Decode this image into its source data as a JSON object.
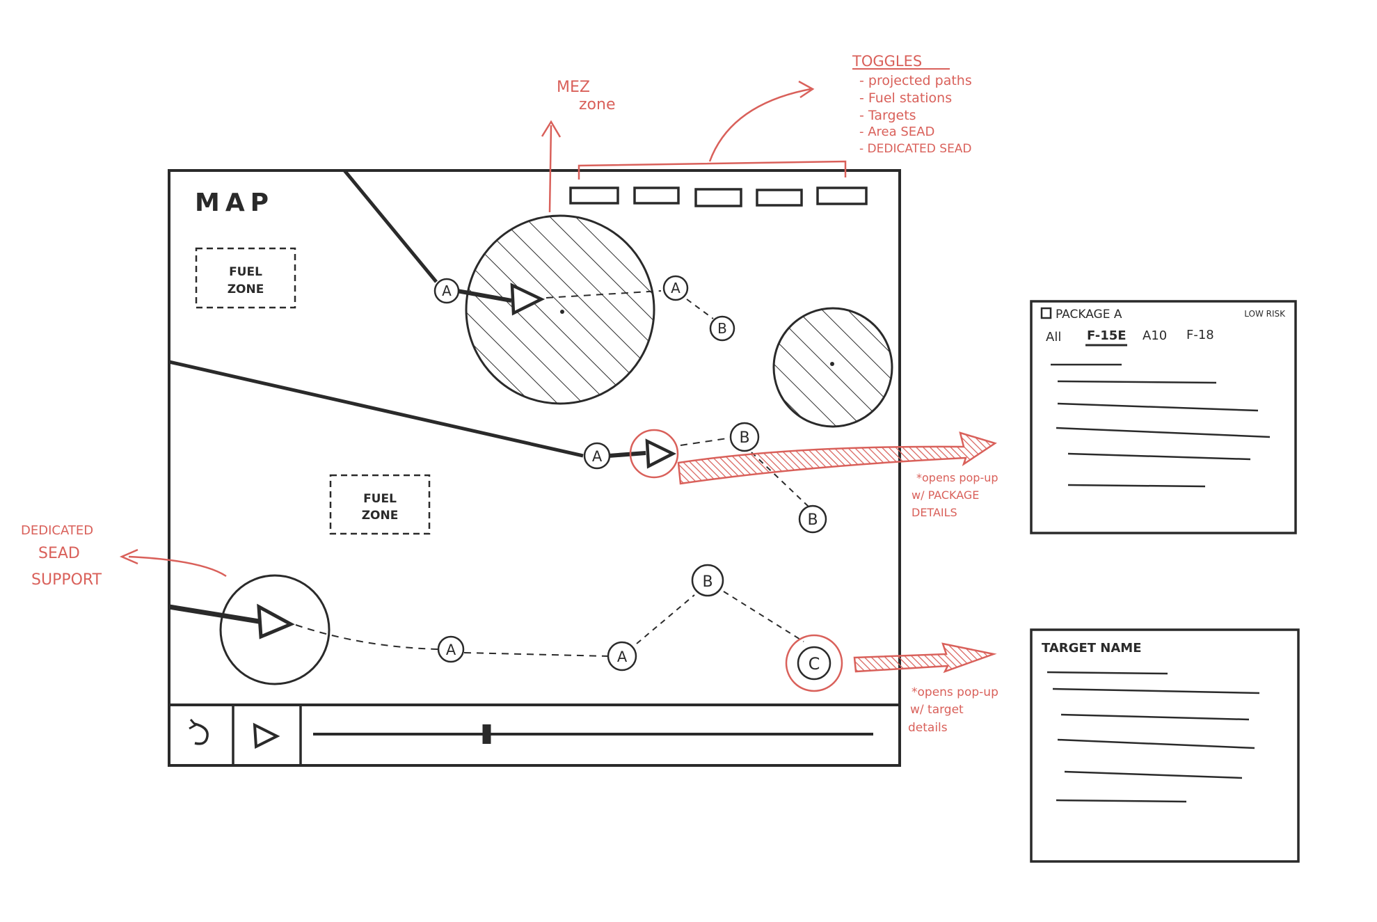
{
  "map": {
    "title": "MAP",
    "fuel_zones": [
      {
        "line1": "FUEL",
        "line2": "ZONE"
      },
      {
        "line1": "FUEL",
        "line2": "ZONE"
      }
    ],
    "toggle_buttons_count": 5,
    "waypoints": {
      "route1": [
        "A",
        "A",
        "B"
      ],
      "route2": [
        "A",
        "B",
        "B"
      ],
      "route3": [
        "A",
        "A",
        "B",
        "C"
      ]
    },
    "timeline": {
      "undo_icon": "undo-icon",
      "play_icon": "play-icon",
      "scrubber_progress": 0.31
    }
  },
  "annotations": {
    "toggles": {
      "title": "TOGGLES",
      "items": [
        "- projected paths",
        "- Fuel stations",
        "- Targets",
        "- Area SEAD",
        "- DEDICATED SEAD"
      ]
    },
    "mez_zone": {
      "line1": "MEZ",
      "line2": "zone"
    },
    "dedicated_sead": {
      "line1": "DEDICATED",
      "line2": "SEAD",
      "line3": "SUPPORT"
    },
    "package_note": {
      "line1": "*opens pop-up",
      "line2": "w/ PACKAGE",
      "line3": "DETAILS"
    },
    "target_note": {
      "line1": "*opens pop-up",
      "line2": "w/ target",
      "line3": "details"
    }
  },
  "package_popup": {
    "title": "PACKAGE A",
    "risk": "LOW RISK",
    "tabs": [
      "All",
      "F-15E",
      "A10",
      "F-18"
    ],
    "active_tab": "F-15E"
  },
  "target_popup": {
    "title": "TARGET NAME"
  },
  "colors": {
    "ink": "#2a2a2a",
    "annotation_red": "#d9605a"
  }
}
